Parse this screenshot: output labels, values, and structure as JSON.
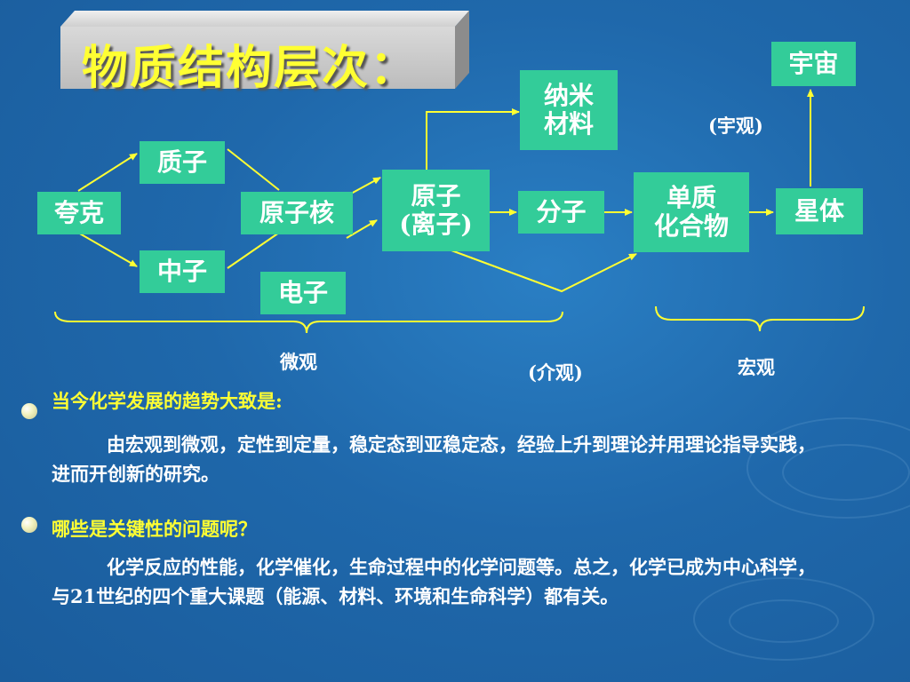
{
  "title": "物质结构层次：",
  "nodes": {
    "quark": "夸克",
    "proton": "质子",
    "neutron": "中子",
    "nucleus": "原子核",
    "electron": "电子",
    "atom": "原子\n(离子)",
    "nano": "纳米\n材料",
    "molecule": "分子",
    "substance": "单质\n化合物",
    "celestial": "星体",
    "universe": "宇宙"
  },
  "labels": {
    "cosmic": "(宇观)",
    "micro": "微观",
    "meso": "(介观)",
    "macro": "宏观"
  },
  "section1": {
    "heading": "当今化学发展的趋势大致是:",
    "body": "由宏观到微观，定性到定量，稳定态到亚稳定态，经验上升到理论并用理论指导实践，进而开创新的研究。"
  },
  "section2": {
    "heading": "哪些是关键性的问题呢？",
    "body": "化学反应的性能，化学催化，生命过程中的化学问题等。总之，化学已成为中心科学，与21世纪的四个重大课题（能源、材料、环境和生命科学）都有关。"
  },
  "colors": {
    "background": "#1f68ab",
    "box": "#33cc99",
    "arrow": "#ffff33",
    "title": "#ffff33"
  }
}
